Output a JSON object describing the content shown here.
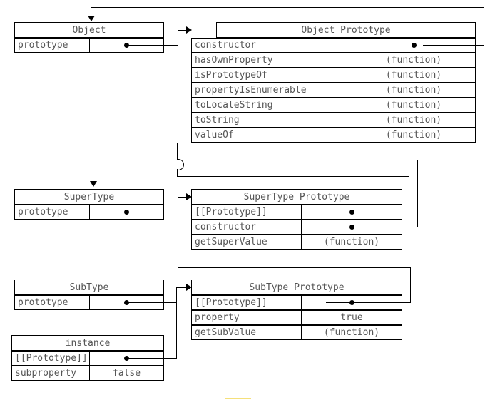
{
  "diagram": {
    "title": "JavaScript prototype chain diagram",
    "link_marker": "filled-dot",
    "function_value": "(function)",
    "nodes": {
      "object": {
        "title": "Object",
        "rows": [
          {
            "name": "prototype",
            "value": ""
          }
        ]
      },
      "object_prototype": {
        "title": "Object Prototype",
        "rows": [
          {
            "name": "constructor",
            "value": ""
          },
          {
            "name": "hasOwnProperty",
            "value": "(function)"
          },
          {
            "name": "isPrototypeOf",
            "value": "(function)"
          },
          {
            "name": "propertyIsEnumerable",
            "value": "(function)"
          },
          {
            "name": "toLocaleString",
            "value": "(function)"
          },
          {
            "name": "toString",
            "value": "(function)"
          },
          {
            "name": "valueOf",
            "value": "(function)"
          }
        ]
      },
      "supertype": {
        "title": "SuperType",
        "rows": [
          {
            "name": "prototype",
            "value": ""
          }
        ]
      },
      "supertype_prototype": {
        "title": "SuperType Prototype",
        "rows": [
          {
            "name": "[[Prototype]]",
            "value": ""
          },
          {
            "name": "constructor",
            "value": ""
          },
          {
            "name": "getSuperValue",
            "value": "(function)"
          }
        ]
      },
      "subtype": {
        "title": "SubType",
        "rows": [
          {
            "name": "prototype",
            "value": ""
          }
        ]
      },
      "subtype_prototype": {
        "title": "SubType Prototype",
        "rows": [
          {
            "name": "[[Prototype]]",
            "value": ""
          },
          {
            "name": "property",
            "value": "true"
          },
          {
            "name": "getSubValue",
            "value": "(function)"
          }
        ]
      },
      "instance": {
        "title": "instance",
        "rows": [
          {
            "name": "[[Prototype]]",
            "value": ""
          },
          {
            "name": "subproperty",
            "value": "false"
          }
        ]
      }
    },
    "colors": {
      "line": "#000000",
      "text": "#555555",
      "background": "#ffffff",
      "artifact": "#f5e07a"
    }
  }
}
